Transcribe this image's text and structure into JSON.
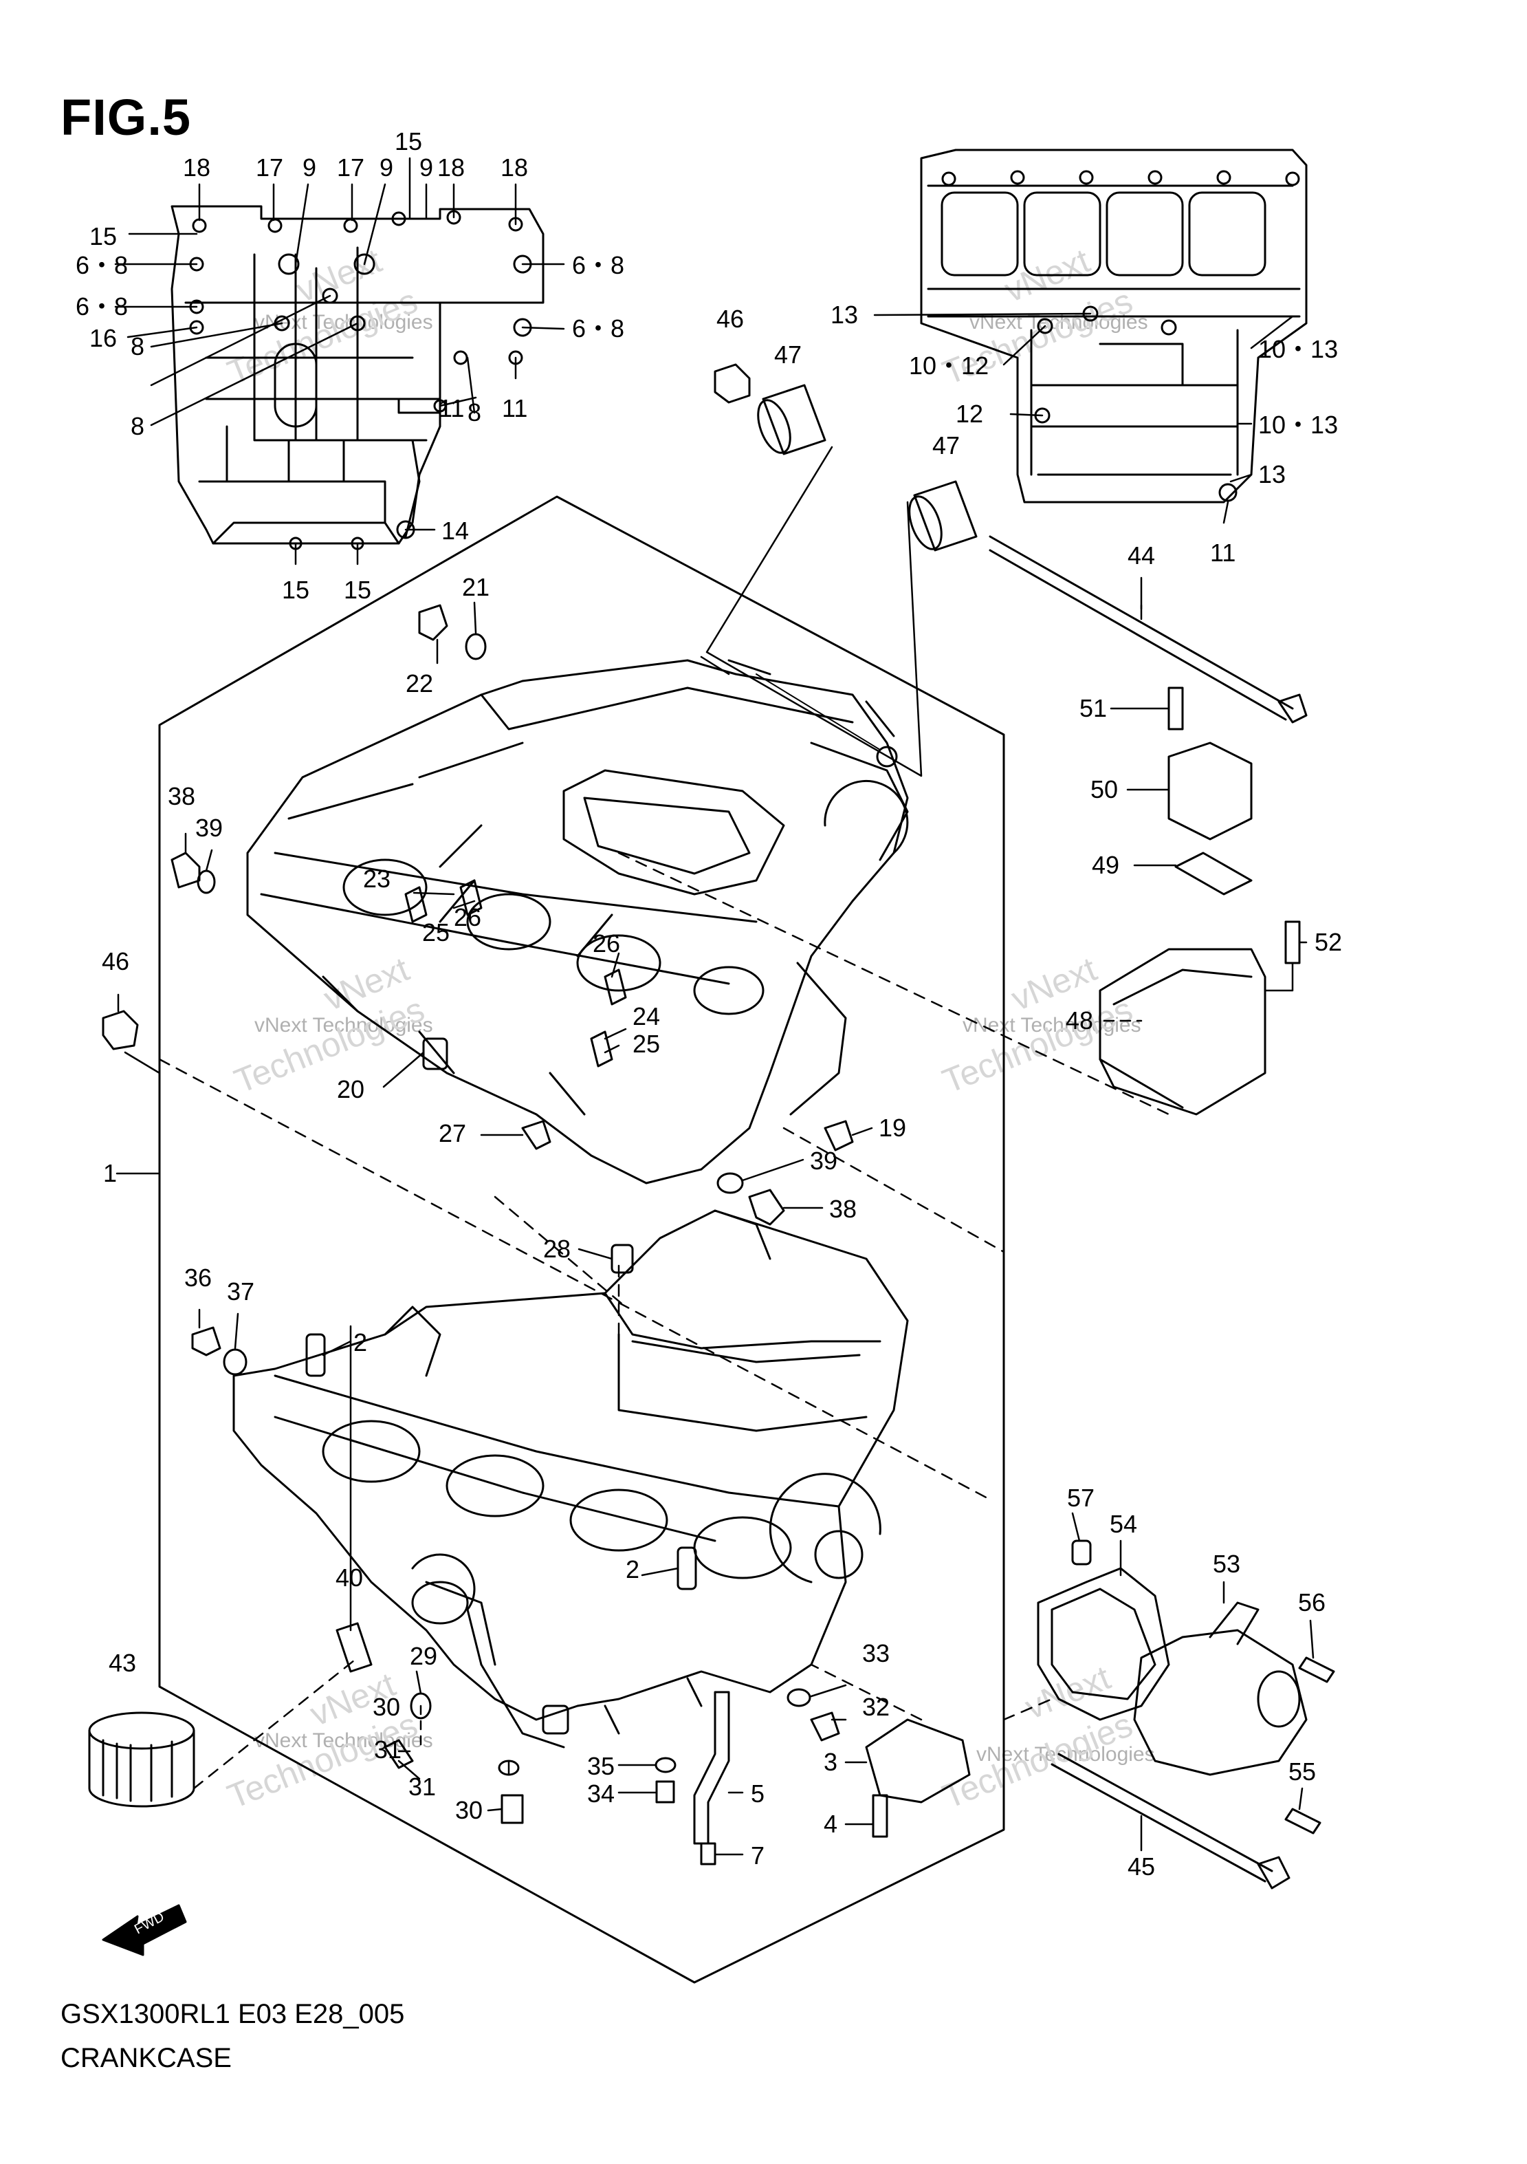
{
  "figure_title": "FIG.5",
  "model_code": "GSX1300RL1 E03 E28_005",
  "section_name": "CRANKCASE",
  "watermark_line1": "vNext Technologies",
  "watermark_line2": "vNext",
  "watermark_line3": "Technologies",
  "fwd_label": "FWD",
  "callouts": [
    {
      "id": "c18a",
      "text": "18"
    },
    {
      "id": "c17a",
      "text": "17"
    },
    {
      "id": "c9a",
      "text": "9"
    },
    {
      "id": "c17b",
      "text": "17"
    },
    {
      "id": "c9b",
      "text": "9"
    },
    {
      "id": "c15a",
      "text": "15"
    },
    {
      "id": "c9c",
      "text": "9"
    },
    {
      "id": "c18b",
      "text": "18"
    },
    {
      "id": "c18c",
      "text": "18"
    },
    {
      "id": "c15b",
      "text": "15"
    },
    {
      "id": "c68a",
      "text": "6・8"
    },
    {
      "id": "c68b",
      "text": "6・8"
    },
    {
      "id": "c68c",
      "text": "6・8"
    },
    {
      "id": "c68d",
      "text": "6・8"
    },
    {
      "id": "c16",
      "text": "16"
    },
    {
      "id": "c8a",
      "text": "8"
    },
    {
      "id": "c8b",
      "text": "8"
    },
    {
      "id": "c8c",
      "text": "8"
    },
    {
      "id": "c11a",
      "text": "11"
    },
    {
      "id": "c11b",
      "text": "11"
    },
    {
      "id": "c14",
      "text": "14"
    },
    {
      "id": "c15c",
      "text": "15"
    },
    {
      "id": "c15d",
      "text": "15"
    },
    {
      "id": "c46a",
      "text": "46"
    },
    {
      "id": "c47a",
      "text": "47"
    },
    {
      "id": "c47b",
      "text": "47"
    },
    {
      "id": "c13a",
      "text": "13"
    },
    {
      "id": "c1013a",
      "text": "10・13"
    },
    {
      "id": "c1012",
      "text": "10・12"
    },
    {
      "id": "c12",
      "text": "12"
    },
    {
      "id": "c1013b",
      "text": "10・13"
    },
    {
      "id": "c13b",
      "text": "13"
    },
    {
      "id": "c11c",
      "text": "11"
    },
    {
      "id": "c44",
      "text": "44"
    },
    {
      "id": "c21",
      "text": "21"
    },
    {
      "id": "c22",
      "text": "22"
    },
    {
      "id": "c51",
      "text": "51"
    },
    {
      "id": "c50",
      "text": "50"
    },
    {
      "id": "c49",
      "text": "49"
    },
    {
      "id": "c52",
      "text": "52"
    },
    {
      "id": "c48",
      "text": "48"
    },
    {
      "id": "c38a",
      "text": "38"
    },
    {
      "id": "c39a",
      "text": "39"
    },
    {
      "id": "c23",
      "text": "23"
    },
    {
      "id": "c26a",
      "text": "26"
    },
    {
      "id": "c25a",
      "text": "25"
    },
    {
      "id": "c26b",
      "text": "26"
    },
    {
      "id": "c24",
      "text": "24"
    },
    {
      "id": "c25b",
      "text": "25"
    },
    {
      "id": "c46b",
      "text": "46"
    },
    {
      "id": "c20",
      "text": "20"
    },
    {
      "id": "c27",
      "text": "27"
    },
    {
      "id": "c19",
      "text": "19"
    },
    {
      "id": "c39b",
      "text": "39"
    },
    {
      "id": "c38b",
      "text": "38"
    },
    {
      "id": "c1",
      "text": "1"
    },
    {
      "id": "c28",
      "text": "28"
    },
    {
      "id": "c36",
      "text": "36"
    },
    {
      "id": "c37",
      "text": "37"
    },
    {
      "id": "c2a",
      "text": "2"
    },
    {
      "id": "c2b",
      "text": "2"
    },
    {
      "id": "c40",
      "text": "40"
    },
    {
      "id": "c43",
      "text": "43"
    },
    {
      "id": "c29",
      "text": "29"
    },
    {
      "id": "c30a",
      "text": "30"
    },
    {
      "id": "c31a",
      "text": "31"
    },
    {
      "id": "c31b",
      "text": "31"
    },
    {
      "id": "c30b",
      "text": "30"
    },
    {
      "id": "c35",
      "text": "35"
    },
    {
      "id": "c34",
      "text": "34"
    },
    {
      "id": "c5",
      "text": "5"
    },
    {
      "id": "c7",
      "text": "7"
    },
    {
      "id": "c33",
      "text": "33"
    },
    {
      "id": "c32",
      "text": "32"
    },
    {
      "id": "c3",
      "text": "3"
    },
    {
      "id": "c4",
      "text": "4"
    },
    {
      "id": "c57",
      "text": "57"
    },
    {
      "id": "c54",
      "text": "54"
    },
    {
      "id": "c53",
      "text": "53"
    },
    {
      "id": "c56",
      "text": "56"
    },
    {
      "id": "c55",
      "text": "55"
    },
    {
      "id": "c45",
      "text": "45"
    }
  ]
}
